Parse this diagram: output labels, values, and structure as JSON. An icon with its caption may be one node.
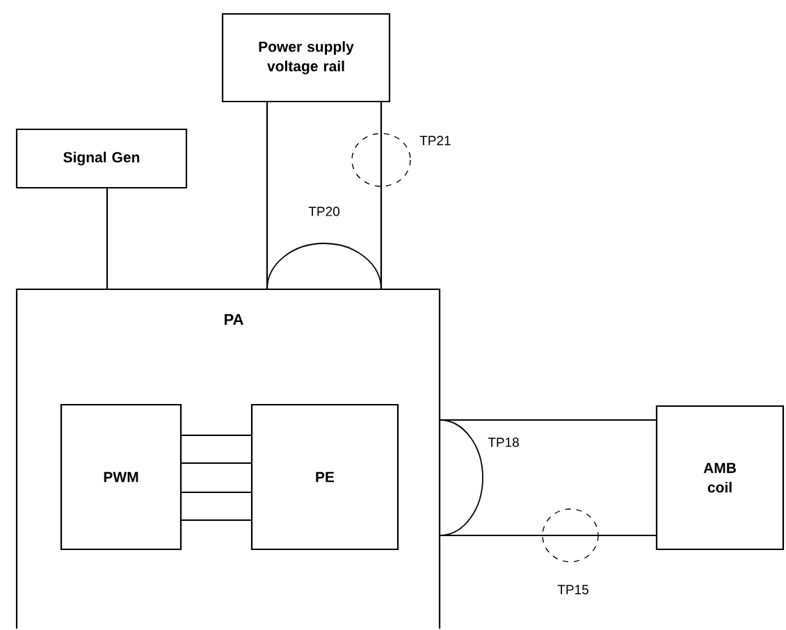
{
  "diagram": {
    "nodes": [
      {
        "text": [
          "Power supply voltage rail"
        ]
      },
      {
        "text": [
          "Signal Gen"
        ]
      },
      {
        "text": [
          "PA"
        ]
      },
      {
        "text": [
          "PWM"
        ],
        "in": 2
      },
      {
        "text": [
          "PE"
        ],
        "in": 2
      },
      {
        "text": [
          "AMB coil"
        ]
      }
    ],
    "edges": [
      {
        "from": 1,
        "to": 2,
        "arrow": "none"
      },
      {
        "from": 0,
        "to": 2,
        "arrow": "none"
      },
      {
        "from": 0,
        "to": 2,
        "arrow": "none"
      },
      {
        "from": 3,
        "to": 4,
        "arrow": "none"
      },
      {
        "from": 3,
        "to": 4,
        "arrow": "none"
      },
      {
        "from": 3,
        "to": 4,
        "arrow": "none"
      },
      {
        "from": 3,
        "to": 4,
        "arrow": "none"
      },
      {
        "from": 2,
        "to": 5,
        "arrow": "none"
      },
      {
        "from": 2,
        "to": 5,
        "arrow": "none"
      }
    ],
    "labels": [
      "TP21",
      "TP20",
      "TP18",
      "TP15"
    ]
  }
}
